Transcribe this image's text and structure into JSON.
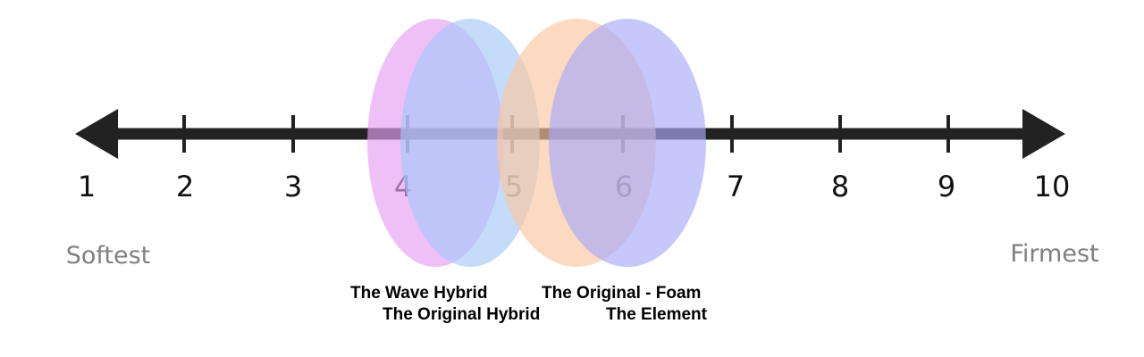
{
  "scale": {
    "min": 1,
    "max": 10,
    "ticks": [
      "1",
      "2",
      "3",
      "4",
      "5",
      "6",
      "7",
      "8",
      "9",
      "10"
    ],
    "low_label": "Softest",
    "high_label": "Firmest",
    "line_color": "#222222"
  },
  "products": [
    {
      "name": "The Wave Hybrid",
      "center": 4.3,
      "color": "#e79ef5"
    },
    {
      "name": "The Original Hybrid",
      "center": 4.6,
      "color": "#a5c8f7"
    },
    {
      "name": "The Original - Foam",
      "center": 5.6,
      "color": "#fbc7a1"
    },
    {
      "name": "The Element",
      "center": 6.1,
      "color": "#a8aaf8"
    }
  ]
}
